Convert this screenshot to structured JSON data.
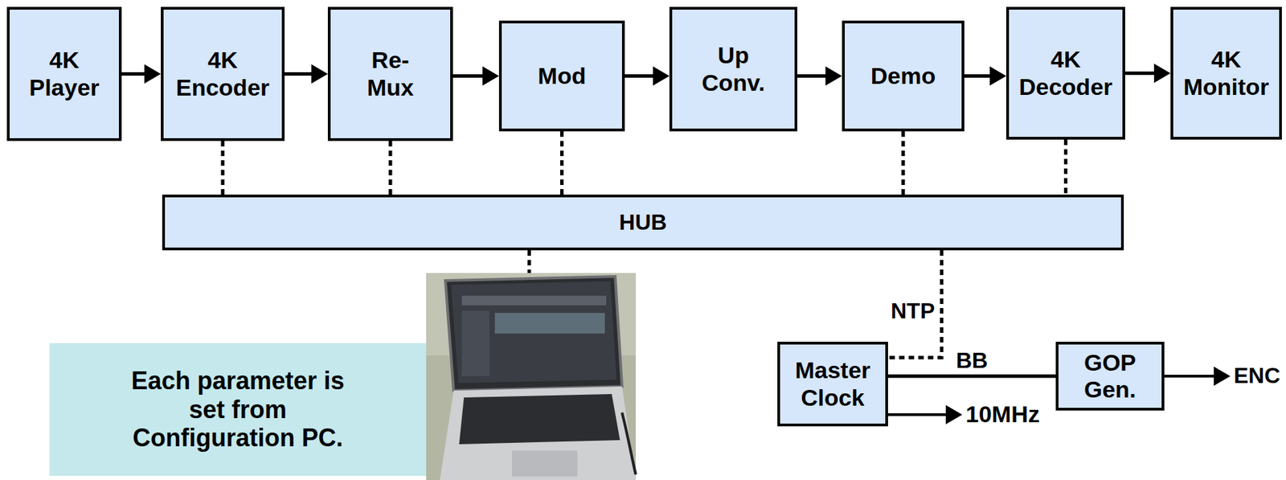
{
  "diagram": {
    "nodes": [
      {
        "text": [
          "4K Player"
        ]
      },
      {
        "text": [
          "4K Encoder"
        ]
      },
      {
        "text": [
          "Re- Mux"
        ]
      },
      {
        "text": [
          "Mod"
        ]
      },
      {
        "text": [
          "Up Conv."
        ]
      },
      {
        "text": [
          "Demo"
        ]
      },
      {
        "text": [
          "4K Decoder"
        ]
      },
      {
        "text": [
          "4K Monitor"
        ]
      },
      {
        "text": [
          "HUB"
        ]
      },
      {
        "text": [
          "Each parameter is set from Configuration PC."
        ]
      },
      {
        "text": [
          "Master Clock"
        ]
      },
      {
        "text": [
          "GOP Gen."
        ]
      }
    ],
    "edges": [
      {
        "from": 0,
        "to": 1,
        "arrow": "to"
      },
      {
        "from": 1,
        "to": 2,
        "arrow": "to"
      },
      {
        "from": 2,
        "to": 3,
        "arrow": "to"
      },
      {
        "from": 3,
        "to": 4,
        "arrow": "to"
      },
      {
        "from": 4,
        "to": 5,
        "arrow": "to"
      },
      {
        "from": 5,
        "to": 6,
        "arrow": "to"
      },
      {
        "from": 6,
        "to": 7,
        "arrow": "to"
      },
      {
        "from": 1,
        "to": 8,
        "arrow": "none"
      },
      {
        "from": 2,
        "to": 8,
        "arrow": "none"
      },
      {
        "from": 3,
        "to": 8,
        "arrow": "none"
      },
      {
        "from": 5,
        "to": 8,
        "arrow": "none"
      },
      {
        "from": 6,
        "to": 8,
        "arrow": "none"
      },
      {
        "from": 8,
        "to": 10,
        "label": "NTP",
        "arrow": "none"
      },
      {
        "from": 10,
        "to": 11,
        "label": "BB",
        "arrow": "none"
      }
    ],
    "labels": [
      "10MHz",
      "ENC"
    ]
  }
}
